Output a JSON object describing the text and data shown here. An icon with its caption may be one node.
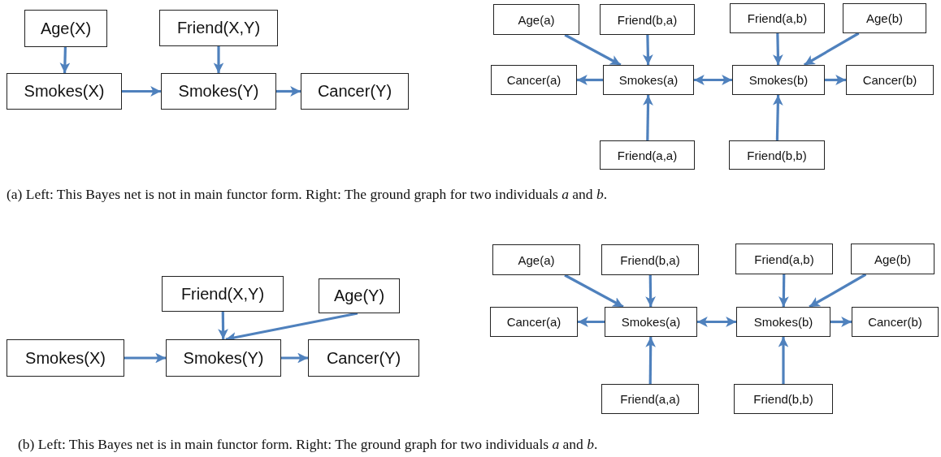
{
  "diagram": {
    "nodes": [
      {
        "text": [
          "Age(X)"
        ]
      },
      {
        "text": [
          "Friend(X,Y)"
        ]
      },
      {
        "text": [
          "Smokes(X)"
        ]
      },
      {
        "text": [
          "Smokes(Y)"
        ]
      },
      {
        "text": [
          "Cancer(Y)"
        ]
      },
      {
        "text": [
          "Age(a)"
        ]
      },
      {
        "text": [
          "Friend(b,a)"
        ]
      },
      {
        "text": [
          "Friend(a,b)"
        ]
      },
      {
        "text": [
          "Age(b)"
        ]
      },
      {
        "text": [
          "Cancer(a)"
        ]
      },
      {
        "text": [
          "Smokes(a)"
        ]
      },
      {
        "text": [
          "Smokes(b)"
        ]
      },
      {
        "text": [
          "Cancer(b)"
        ]
      },
      {
        "text": [
          "Friend(a,a)"
        ]
      },
      {
        "text": [
          "Friend(b,b)"
        ]
      },
      {
        "text": [
          "Friend(X,Y)"
        ]
      },
      {
        "text": [
          "Age(Y)"
        ]
      },
      {
        "text": [
          "Smokes(X)"
        ]
      },
      {
        "text": [
          "Smokes(Y)"
        ]
      },
      {
        "text": [
          "Cancer(Y)"
        ]
      },
      {
        "text": [
          "Age(a)"
        ]
      },
      {
        "text": [
          "Friend(b,a)"
        ]
      },
      {
        "text": [
          "Friend(a,b)"
        ]
      },
      {
        "text": [
          "Age(b)"
        ]
      },
      {
        "text": [
          "Cancer(a)"
        ]
      },
      {
        "text": [
          "Smokes(a)"
        ]
      },
      {
        "text": [
          "Smokes(b)"
        ]
      },
      {
        "text": [
          "Cancer(b)"
        ]
      },
      {
        "text": [
          "Friend(a,a)"
        ]
      },
      {
        "text": [
          "Friend(b,b)"
        ]
      }
    ],
    "edges": [
      {
        "from": 0,
        "to": 2,
        "arrow": "to"
      },
      {
        "from": 1,
        "to": 3,
        "arrow": "to"
      },
      {
        "from": 2,
        "to": 3,
        "arrow": "to"
      },
      {
        "from": 3,
        "to": 4,
        "arrow": "to"
      },
      {
        "from": 5,
        "to": 10,
        "arrow": "to"
      },
      {
        "from": 6,
        "to": 10,
        "arrow": "to"
      },
      {
        "from": 7,
        "to": 11,
        "arrow": "to"
      },
      {
        "from": 8,
        "to": 11,
        "arrow": "to"
      },
      {
        "from": 10,
        "to": 9,
        "arrow": "to"
      },
      {
        "from": 10,
        "to": 11,
        "arrow": "both"
      },
      {
        "from": 11,
        "to": 12,
        "arrow": "to"
      },
      {
        "from": 13,
        "to": 10,
        "arrow": "to"
      },
      {
        "from": 14,
        "to": 11,
        "arrow": "to"
      },
      {
        "from": 15,
        "to": 18,
        "arrow": "to"
      },
      {
        "from": 16,
        "to": 18,
        "arrow": "to"
      },
      {
        "from": 17,
        "to": 18,
        "arrow": "to"
      },
      {
        "from": 18,
        "to": 19,
        "arrow": "to"
      },
      {
        "from": 20,
        "to": 25,
        "arrow": "to"
      },
      {
        "from": 21,
        "to": 25,
        "arrow": "to"
      },
      {
        "from": 22,
        "to": 26,
        "arrow": "to"
      },
      {
        "from": 23,
        "to": 26,
        "arrow": "to"
      },
      {
        "from": 25,
        "to": 24,
        "arrow": "to"
      },
      {
        "from": 25,
        "to": 26,
        "arrow": "both"
      },
      {
        "from": 26,
        "to": 27,
        "arrow": "to"
      },
      {
        "from": 28,
        "to": 25,
        "arrow": "to"
      },
      {
        "from": 29,
        "to": 26,
        "arrow": "to"
      }
    ],
    "labels": [
      "(a) Left: This Bayes net is not in main functor form. Right: The ground graph for two individuals *a* and *b*.",
      "(b) Left: This Bayes net is in main functor form. Right: The ground graph for two individuals *a* and *b*."
    ]
  }
}
